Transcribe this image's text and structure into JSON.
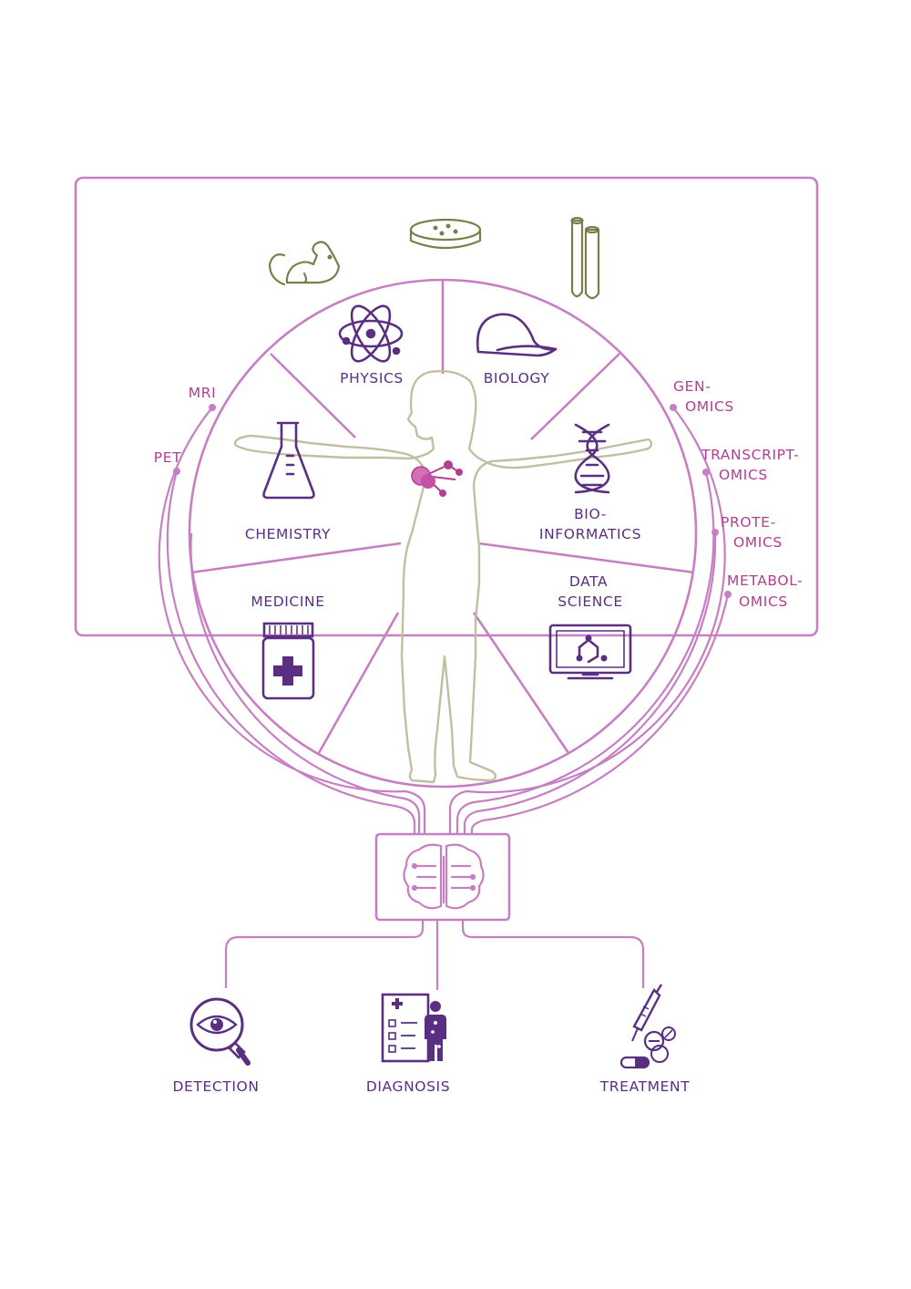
{
  "domains": {
    "physics": "PHYSICS",
    "biology": "BIOLOGY",
    "chemistry": "CHEMISTRY",
    "bioinformatics_1": "BIO-",
    "bioinformatics_2": "INFORMATICS",
    "medicine": "MEDICINE",
    "data_science_1": "DATA",
    "data_science_2": "SCIENCE"
  },
  "imaging": {
    "mri": "MRI",
    "pet": "PET"
  },
  "omics": {
    "genomics_1": "GEN-",
    "genomics_2": "OMICS",
    "transcriptomics_1": "TRANSCRIPT-",
    "transcriptomics_2": "OMICS",
    "proteomics_1": "PROTE-",
    "proteomics_2": "OMICS",
    "metabolomics_1": "METABOL-",
    "metabolomics_2": "OMICS"
  },
  "outputs": {
    "detection": "DETECTION",
    "diagnosis": "DIAGNOSIS",
    "treatment": "TREATMENT"
  },
  "colors": {
    "frame": "#c77fc3",
    "domain_text": "#5a2f82",
    "data_text": "#b0408f",
    "model_icons": "#7b7e4a",
    "body_outline": "#bfc0a0"
  },
  "icons": {
    "model_organisms": [
      "mouse-icon",
      "petri-dish-icon",
      "test-tubes-icon"
    ],
    "domains": [
      "atom-icon",
      "leaf-icon",
      "flask-icon",
      "dna-icon",
      "medicine-bottle-icon",
      "monitor-molecule-icon"
    ],
    "center": [
      "human-figure",
      "molecule-icon",
      "ai-brain-icon"
    ],
    "outputs": [
      "magnifier-eye-icon",
      "clipboard-patient-icon",
      "syringe-pills-icon"
    ]
  }
}
